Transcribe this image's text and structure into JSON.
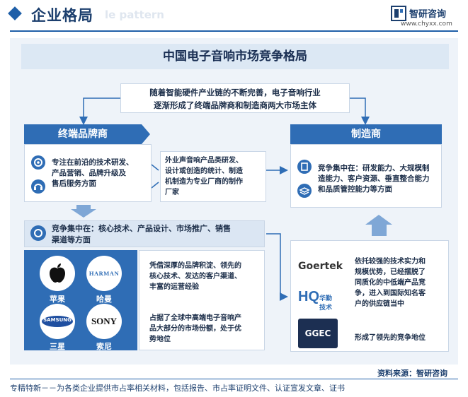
{
  "header": {
    "title": "企业格局",
    "ghost_text": "le pattern",
    "logo_name": "智研咨询",
    "logo_url": "www.chyxx.com"
  },
  "main": {
    "title": "中国电子音响市场竞争格局",
    "intro_line1": "随着智能硬件产业链的不断完善，电子音响行业",
    "intro_line2": "逐渐形成了终端品牌商和制造商两大市场主体"
  },
  "left": {
    "heading": "终端品牌商",
    "focus_lines": [
      "专注在前沿的技术研发、",
      "产品营销、品牌升级及",
      "售后服务方面"
    ],
    "outsource_lines": [
      "外业声音响产品类研发、",
      "设计或创造的统计、制造",
      "机制造为专业厂商的制作",
      "厂家"
    ],
    "compete_lines": [
      "竞争集中在：核心技术、产品设计、市场推广、销售",
      "渠道等方面"
    ],
    "brands": [
      {
        "name": "苹果",
        "logo": "apple-icon"
      },
      {
        "name": "哈曼",
        "logo": "HARMAN"
      },
      {
        "name": "三星",
        "logo": "SAMSUNG"
      },
      {
        "name": "索尼",
        "logo": "SONY"
      }
    ],
    "adv1_lines": [
      "凭借深厚的品牌积淀、领先的",
      "核心技术、发达的客户渠道、",
      "丰富的运营经验"
    ],
    "adv2_lines": [
      "占据了全球中高端电子音响产",
      "品大部分的市场份额，处于优",
      "势地位"
    ]
  },
  "right": {
    "heading": "制造商",
    "compete_lines": [
      "竞争集中在：研发能力、大规模制",
      "造能力、客户资源、垂直整合能力",
      "和品质管控能力等方面"
    ],
    "brands": [
      {
        "name": "Goertek"
      },
      {
        "name": "华勤技术"
      },
      {
        "name": "GGEC"
      }
    ],
    "adv1_lines": [
      "依托较强的技术实力和",
      "规模优势，已经摆脱了",
      "同质化的中低端产品竞",
      "争，进入到国际知名客",
      "户的供应链当中"
    ],
    "adv2_line": "形成了领先的竞争地位"
  },
  "footer": {
    "source": "资料来源：智研咨询",
    "text": "专精特新－－为各类企业提供市占率相关材料，包括报告、市占率证明文件、认证宣发文章、证书"
  },
  "colors": {
    "primary": "#2f6db5",
    "dark": "#1c3f6e",
    "panel": "#eef3f9"
  }
}
